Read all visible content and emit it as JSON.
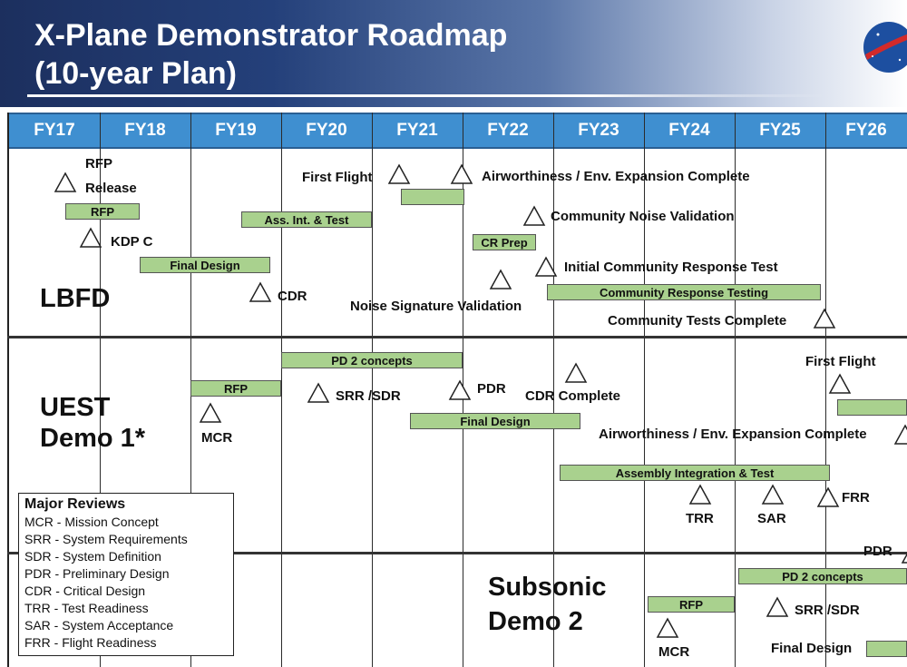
{
  "header": {
    "title_line1": "X-Plane Demonstrator Roadmap",
    "title_line2": "(10-year Plan)"
  },
  "fiscal_years": [
    "FY17",
    "FY18",
    "FY19",
    "FY20",
    "FY21",
    "FY22",
    "FY23",
    "FY24",
    "FY25",
    "FY26"
  ],
  "lbfd": {
    "name": "LBFD",
    "milestones": {
      "rfp_release_line1": "RFP",
      "rfp_release_line2": "Release",
      "kdp_c": "KDP C",
      "cdr": "CDR",
      "first_flight": "First Flight",
      "airworthiness": "Airworthiness / Env. Expansion Complete",
      "community_noise_validation": "Community Noise Validation",
      "initial_community_response_test": "Initial Community Response Test",
      "noise_signature_validation": "Noise Signature Validation",
      "community_tests_complete": "Community Tests Complete"
    },
    "bars": {
      "rfp": "RFP",
      "final_design": "Final Design",
      "ass_int_test": "Ass. Int. & Test",
      "cr_prep": "CR Prep",
      "community_response_testing": "Community Response Testing"
    }
  },
  "uest": {
    "name_line1": "UEST",
    "name_line2": "Demo 1*",
    "milestones": {
      "mcr": "MCR",
      "srr_sdr": "SRR /SDR",
      "pdr": "PDR",
      "cdr_complete": "CDR Complete",
      "first_flight": "First Flight",
      "airworthiness": "Airworthiness / Env. Expansion Complete",
      "trr": "TRR",
      "sar": "SAR",
      "frr": "FRR"
    },
    "bars": {
      "rfp": "RFP",
      "pd2": "PD 2 concepts",
      "final_design": "Final Design",
      "ait": "Assembly Integration & Test"
    }
  },
  "subsonic": {
    "name_line1": "Subsonic",
    "name_line2": "Demo 2",
    "milestones": {
      "mcr": "MCR",
      "srr_sdr": "SRR /SDR",
      "pdr": "PDR",
      "final_design": "Final Design"
    },
    "bars": {
      "rfp": "RFP",
      "pd2": "PD 2 concepts"
    }
  },
  "legend": {
    "title": "Major Reviews",
    "items": [
      "MCR - Mission Concept",
      "SRR - System Requirements",
      "SDR - System Definition",
      "PDR - Preliminary Design",
      "CDR - Critical Design",
      "TRR - Test Readiness",
      "SAR - System Acceptance",
      "FRR - Flight Readiness"
    ]
  },
  "colors": {
    "fy_bar": "#3f8fd0",
    "bar_fill": "#a9d18e",
    "title_bg": "#1c2f5e"
  },
  "icons": [
    "nasa-logo-icon",
    "milestone-triangle-icon"
  ]
}
